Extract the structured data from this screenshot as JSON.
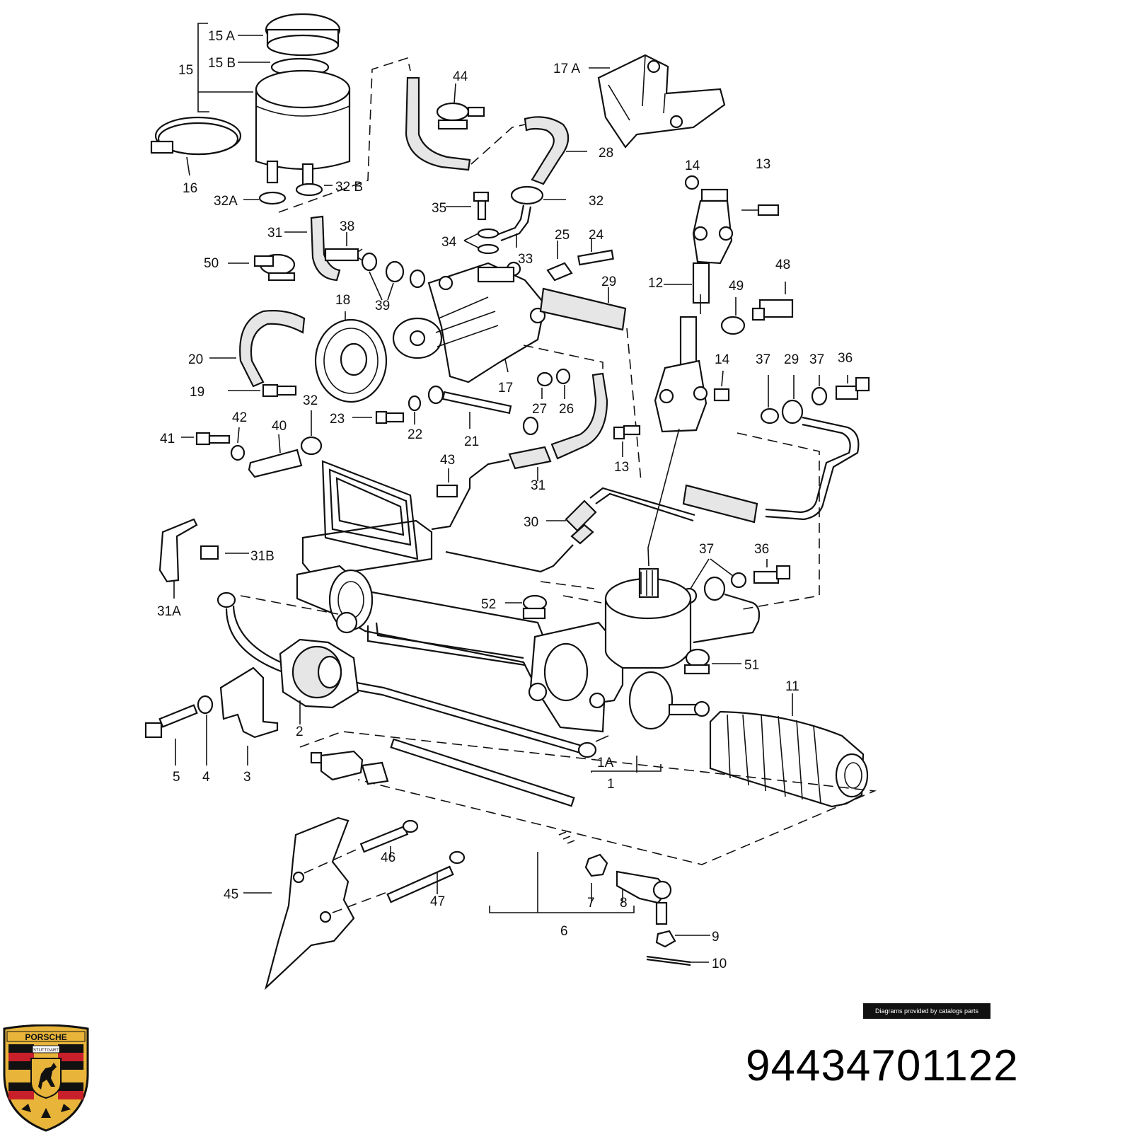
{
  "diagram": {
    "callouts": {
      "c15A": "15 A",
      "c15B": "15 B",
      "c15": "15",
      "c16": "16",
      "c32A": "32A",
      "c32B": "32 B",
      "c44": "44",
      "c17A": "17 A",
      "c28": "28",
      "c14a": "14",
      "c13a": "13",
      "c35": "35",
      "c32a": "32",
      "c34": "34",
      "c33": "33",
      "c25": "25",
      "c24": "24",
      "c31a": "31",
      "c38": "38",
      "c50": "50",
      "c39": "39",
      "c29a": "29",
      "c12": "12",
      "c48": "48",
      "c49": "49",
      "c18": "18",
      "c20": "20",
      "c17": "17",
      "c14b": "14",
      "c37a": "37",
      "c29b": "29",
      "c37b": "37",
      "c36a": "36",
      "c19": "19",
      "c27": "27",
      "c26": "26",
      "c32b": "32",
      "c23": "23",
      "c22": "22",
      "c21": "21",
      "c41": "41",
      "c42": "42",
      "c40": "40",
      "c13b": "13",
      "c43": "43",
      "c31b": "31",
      "c30": "30",
      "c31B": "31B",
      "c37c": "37",
      "c36b": "36",
      "c31A": "31A",
      "c52": "52",
      "c51": "51",
      "c11": "11",
      "c2": "2",
      "c5": "5",
      "c4": "4",
      "c3": "3",
      "c1A": "1A",
      "c1": "1",
      "c46": "46",
      "c45": "45",
      "c47": "47",
      "c7": "7",
      "c8": "8",
      "c6": "6",
      "c9": "9",
      "c10": "10"
    }
  },
  "credit": "Diagrams provided by catalogs parts",
  "part_number": "94434701122",
  "logo": {
    "text_top": "PORSCHE",
    "text_center": "STUTTGART",
    "colors": {
      "gold": "#e8b53a",
      "red": "#c8202a",
      "black": "#111111"
    }
  }
}
